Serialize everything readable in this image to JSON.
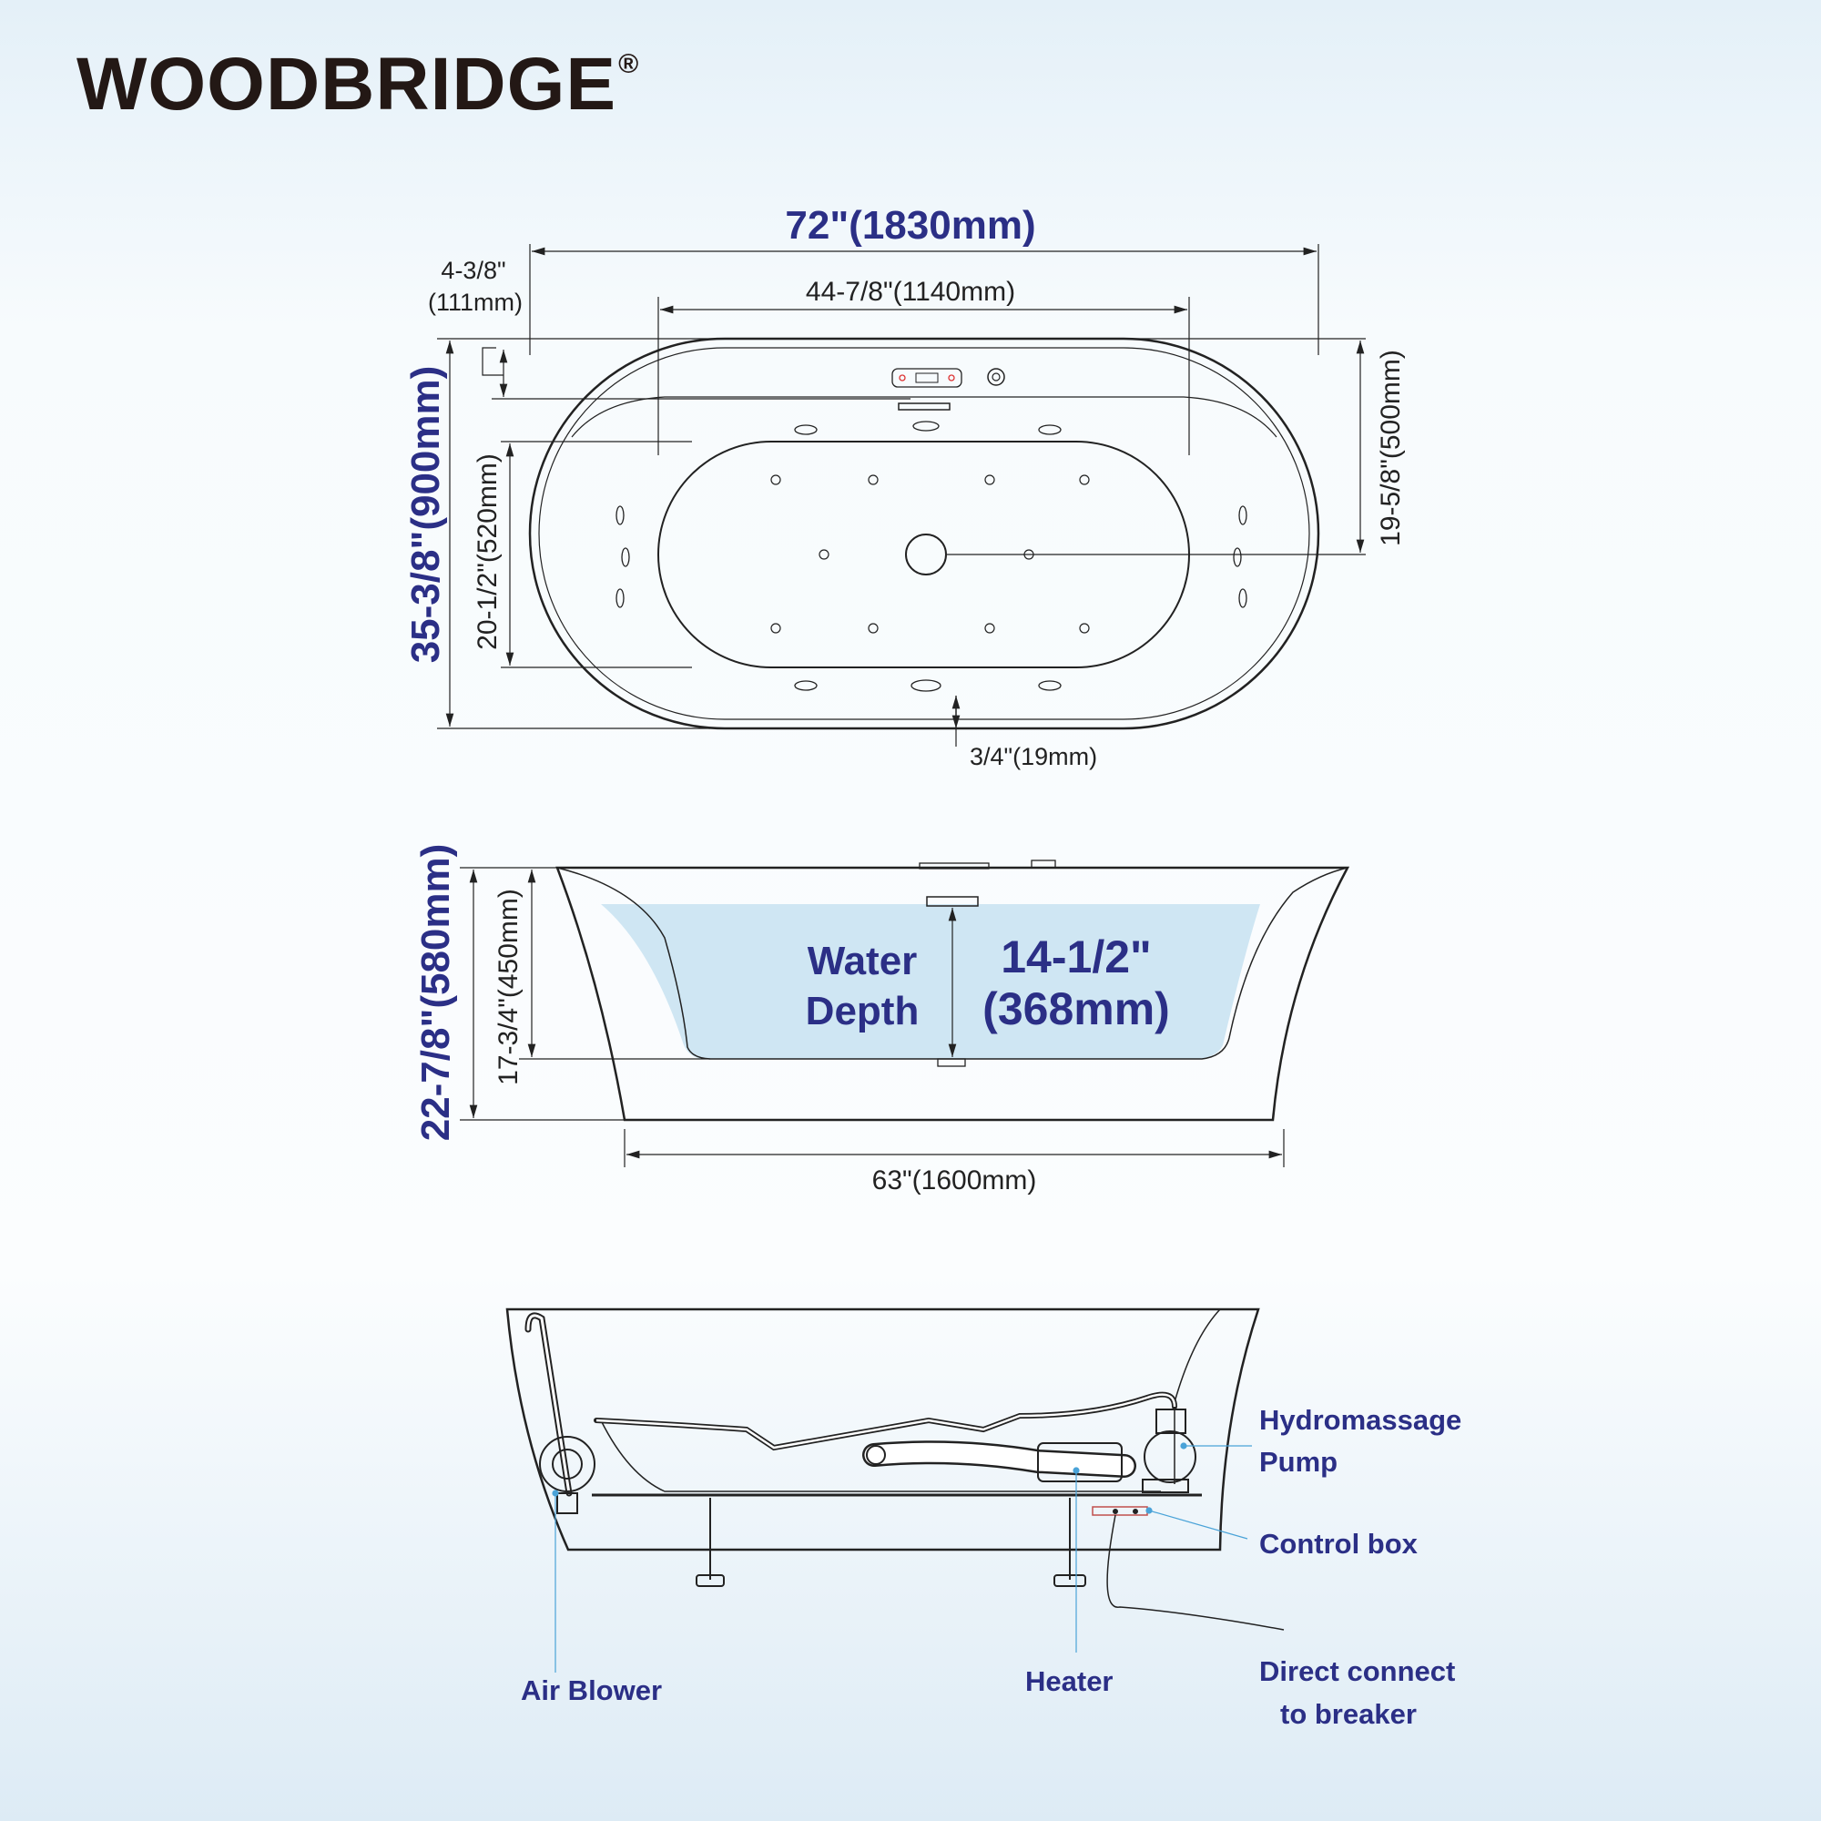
{
  "brand": {
    "name": "WOODBRIDGE",
    "mark": "®"
  },
  "top_view": {
    "overall_length": "72\"(1830mm)",
    "inner_length": "44-7/8\"(1140mm)",
    "rim_width_in": "4-3/8\"",
    "rim_width_mm": "(111mm)",
    "overall_width": "35-3/8\"(900mm)",
    "inner_width": "20-1/2\"(520mm)",
    "drain_to_edge": "19-5/8\"(500mm)",
    "lip": "3/4\"(19mm)"
  },
  "side_view": {
    "overall_height": "22-7/8\"(580mm)",
    "interior_depth": "17-3/4\"(450mm)",
    "water_label_1": "Water",
    "water_label_2": "Depth",
    "water_value_in": "14-1/2\"",
    "water_value_mm": "(368mm)",
    "base_length": "63\"(1600mm)"
  },
  "components": {
    "pump_1": "Hydromassage",
    "pump_2": "Pump",
    "control_box": "Control box",
    "air_blower": "Air  Blower",
    "heater": "Heater",
    "breaker_1": "Direct connect",
    "breaker_2": "to breaker"
  },
  "colors": {
    "dimension_blue": "#2b2f86",
    "water": "#cfe6f3",
    "line": "#222222",
    "callout": "#4aa3d8"
  }
}
